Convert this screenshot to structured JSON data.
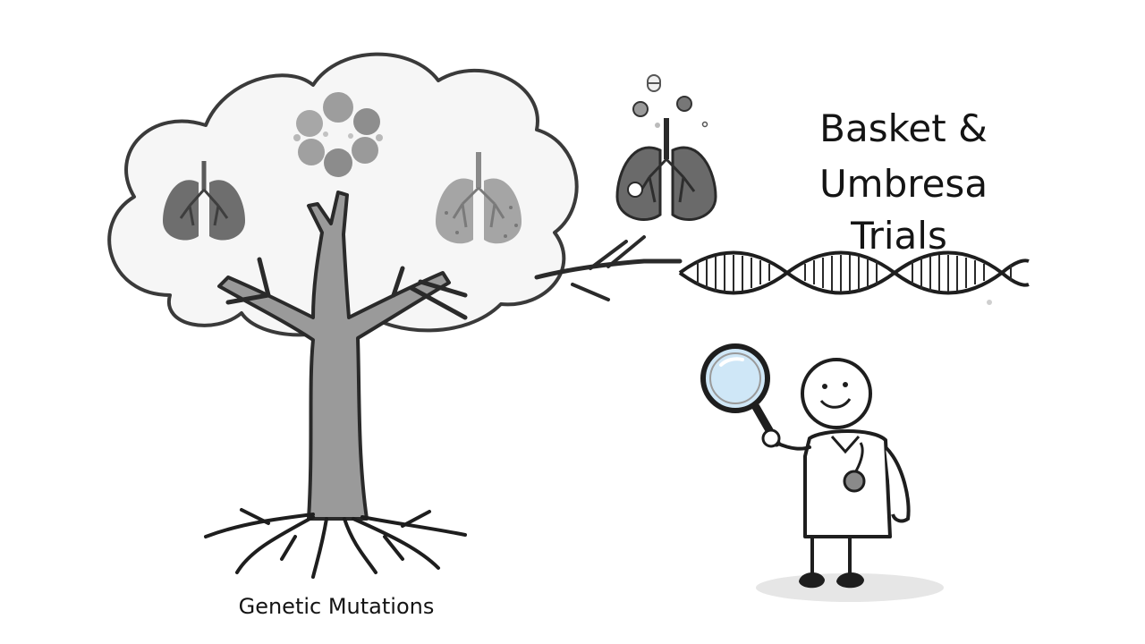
{
  "title": {
    "line1": "Basket &",
    "line2": "Umbresa",
    "line3": "Trials"
  },
  "caption": "Genetic Mutations",
  "colors": {
    "ink": "#141414",
    "trunk": "#9a9a9a",
    "organ_dark": "#6e6e6e",
    "organ_light": "#a5a5a5",
    "lens": "#cfe7f7",
    "shadow": "#e6e6e6"
  },
  "icons": [
    "tree-icon",
    "lungs-icon",
    "cells-cluster-icon",
    "dna-helix-icon",
    "magnifying-glass-icon",
    "doctor-figure-icon",
    "stethoscope-icon",
    "pill-icon"
  ]
}
